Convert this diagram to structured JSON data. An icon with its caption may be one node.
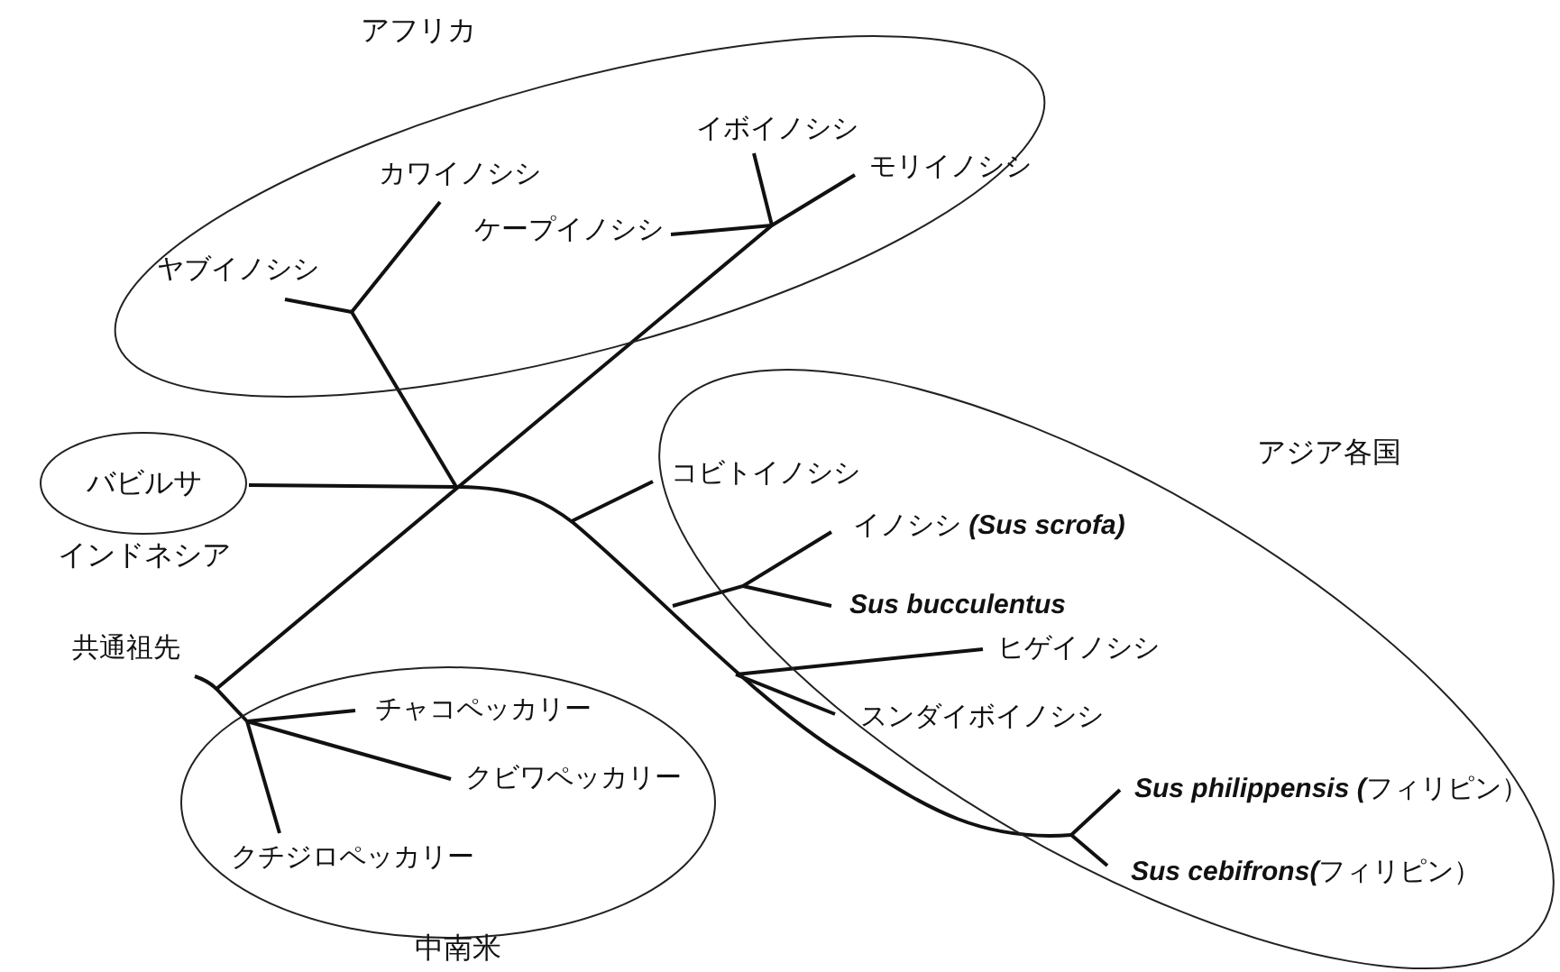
{
  "diagram": {
    "nodes": [
      {
        "text": [
          "アフリカ"
        ]
      },
      {
        "text": [
          "ヤブイノシシ"
        ],
        "in": 0
      },
      {
        "text": [
          "カワイノシシ"
        ],
        "in": 0
      },
      {
        "text": [
          "ケープイノシシ"
        ],
        "in": 0
      },
      {
        "text": [
          "イボイノシシ"
        ],
        "in": 0
      },
      {
        "text": [
          "モリイノシシ"
        ],
        "in": 0
      },
      {
        "text": [
          "バビルサ",
          "インドネシア"
        ]
      },
      {
        "text": [
          "アジア各国"
        ]
      },
      {
        "text": [
          "コビトイノシシ"
        ],
        "in": 7
      },
      {
        "text": [
          "イノシシ **(Sus scrofa)**"
        ],
        "in": 7
      },
      {
        "text": [
          "Sus bucculentus"
        ],
        "in": 7
      },
      {
        "text": [
          "ヒゲイノシシ"
        ],
        "in": 7
      },
      {
        "text": [
          "スンダイボイノシシ"
        ],
        "in": 7
      },
      {
        "text": [
          "**Sus philippensis (**フィリピン）"
        ],
        "in": 7
      },
      {
        "text": [
          "**Sus cebifrons(**フィリピン）"
        ],
        "in": 7
      },
      {
        "text": [
          "中南米"
        ]
      },
      {
        "text": [
          "チャコペッカリー"
        ],
        "in": 15
      },
      {
        "text": [
          "クビワペッカリー"
        ],
        "in": 15
      },
      {
        "text": [
          "クチジロペッカリー"
        ],
        "in": 15
      }
    ],
    "labels": [
      "共通祖先"
    ]
  }
}
